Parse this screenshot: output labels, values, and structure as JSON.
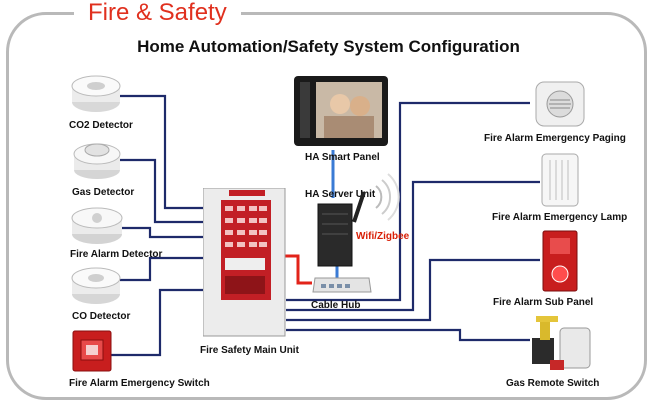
{
  "brand": "Fire & Safety",
  "title": "Home Automation/Safety System Configuration",
  "devices": {
    "co2_detector": "CO2 Detector",
    "gas_detector": "Gas Detector",
    "fire_alarm_detector": "Fire Alarm Detector",
    "co_detector": "CO  Detector",
    "emergency_switch": "Fire Alarm Emergency Switch",
    "main_unit": "Fire Safety Main Unit",
    "smart_panel": "HA  Smart Panel",
    "server_unit": "HA Server Unit",
    "wireless": "Wifi/Zigbee",
    "cable_hub": "Cable Hub",
    "emergency_paging": "Fire Alarm Emergency Paging",
    "emergency_lamp": "Fire Alarm Emergency Lamp",
    "sub_panel": "Fire Alarm Sub Panel",
    "gas_remote_switch": "Gas Remote Switch"
  },
  "colors": {
    "brand": "#e0301e",
    "wire": "#1e2a6a",
    "link_red": "#e2231a",
    "link_blue": "#3a7bd5",
    "frame": "#b9b9b9"
  }
}
